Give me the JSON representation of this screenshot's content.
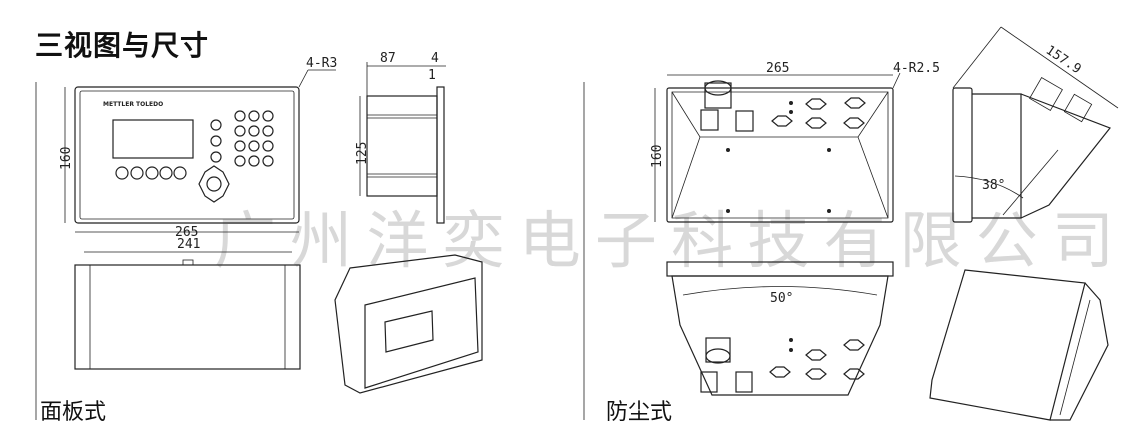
{
  "title": "三视图与尺寸",
  "watermark": "广州洋奕电子科技有限公司",
  "panel": {
    "label": "面板式",
    "brand": "METTLER TOLEDO",
    "dims": {
      "corner": "4-R3",
      "width": "265",
      "height": "160",
      "depth": "87",
      "plate": "4",
      "gap": "1",
      "side_height": "125",
      "bottom_width": "241"
    }
  },
  "dust": {
    "label": "防尘式",
    "dims": {
      "width": "265",
      "corner": "4-R2.5",
      "height": "160",
      "diag": "157.9",
      "angle_side": "38°",
      "angle_bottom": "50°"
    }
  }
}
